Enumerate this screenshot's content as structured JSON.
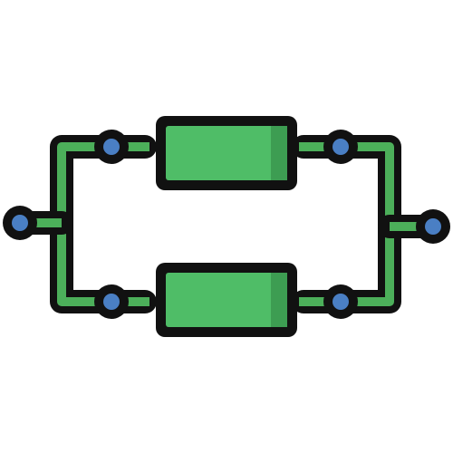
{
  "diagram": {
    "icon_name": "parallel-circuit-icon",
    "components": [
      {
        "name": "resistor-top",
        "icon": "resistor-icon"
      },
      {
        "name": "resistor-bottom",
        "icon": "resistor-icon"
      }
    ],
    "nodes": [
      "terminal-left",
      "terminal-right",
      "junction-top-left",
      "junction-top-right",
      "junction-bottom-left",
      "junction-bottom-right"
    ]
  },
  "colors": {
    "outline": "#111111",
    "wire": "#4caf5a",
    "component_fill": "#4fbd67",
    "component_shade": "#3d9d52",
    "node_fill": "#4a7fc4",
    "background": "#ffffff"
  }
}
